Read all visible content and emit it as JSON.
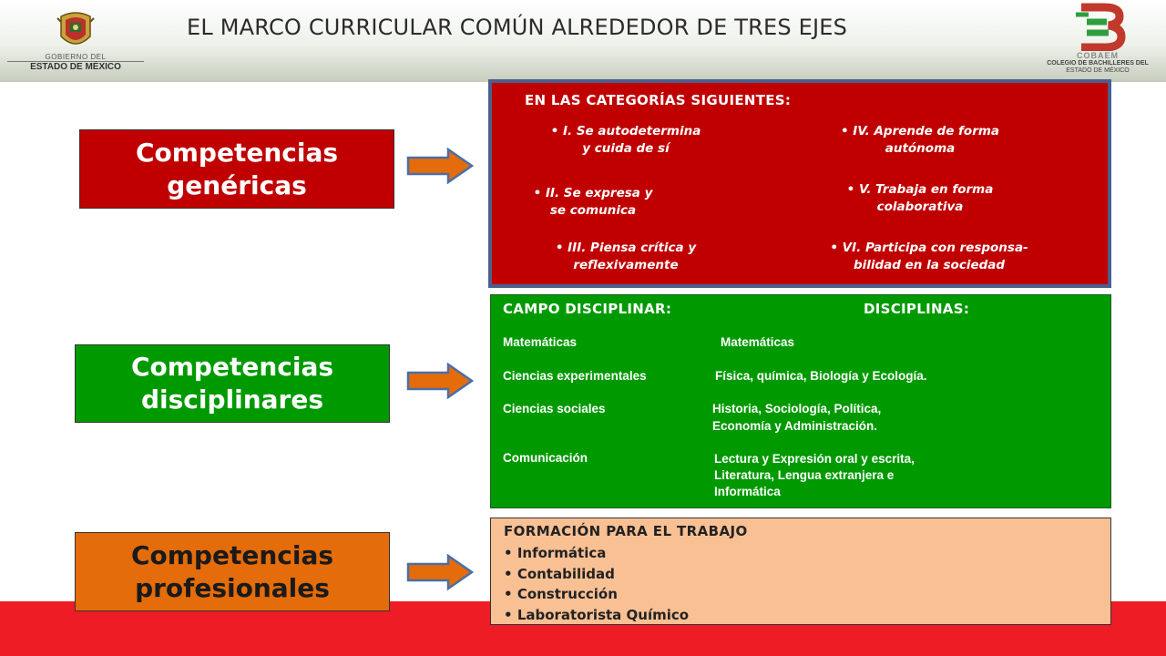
{
  "header": {
    "title": "EL MARCO CURRICULAR COMÚN ALREDEDOR DE TRES EJES",
    "logo_left": {
      "line1": "GOBIERNO DEL",
      "line2": "ESTADO DE MÉXICO"
    },
    "logo_right": {
      "line1": "COBAEM",
      "line2": "COLEGIO DE BACHILLERES DEL",
      "line3": "ESTADO DE MÉXICO"
    }
  },
  "axes": {
    "genericas": {
      "line1": "Competencias",
      "line2": "genéricas",
      "color": "#c00000"
    },
    "disciplinares": {
      "line1": "Competencias",
      "line2": "disciplinares",
      "color": "#009a00"
    },
    "profesionales": {
      "line1": "Competencias",
      "line2": "profesionales",
      "color": "#e46c0a"
    }
  },
  "categorias": {
    "title": "EN LAS CATEGORÍAS SIGUIENTES:",
    "items": [
      {
        "line1": "• I. Se autodetermina",
        "line2": "y cuida de sí"
      },
      {
        "line1": "• II. Se expresa y",
        "line2": "se comunica"
      },
      {
        "line1": "• III. Piensa crítica y",
        "line2": "reflexivamente"
      },
      {
        "line1": "• IV. Aprende de forma",
        "line2": "autónoma"
      },
      {
        "line1": "• V. Trabaja en forma",
        "line2": "colaborativa"
      },
      {
        "line1": "• VI. Participa con responsa-",
        "line2": "bilidad en la sociedad"
      }
    ]
  },
  "campos": {
    "header_campo": "CAMPO DISCIPLINAR:",
    "header_disciplinas": "DISCIPLINAS:",
    "rows": [
      {
        "campo": "Matemáticas",
        "disciplinas": [
          "Matemáticas"
        ]
      },
      {
        "campo": "Ciencias experimentales",
        "disciplinas": [
          "Física, química,  Biología y Ecología."
        ]
      },
      {
        "campo": "Ciencias sociales",
        "disciplinas": [
          "Historia, Sociología, Política,",
          "Economía   y  Administración."
        ]
      },
      {
        "campo": "Comunicación",
        "disciplinas": [
          "Lectura y Expresión oral y escrita,",
          "Literatura, Lengua  extranjera e",
          "Informática"
        ]
      }
    ]
  },
  "formacion": {
    "title": "FORMACIÓN PARA EL TRABAJO",
    "items": [
      "Informática",
      "Contabilidad",
      "Construcción",
      "Laboratorista Químico"
    ]
  },
  "colors": {
    "red": "#c00000",
    "green": "#009a00",
    "orange": "#e46c0a",
    "peach": "#f9c094",
    "band": "#ee1c25",
    "arrow_fill": "#e46c0a",
    "arrow_stroke": "#4a6fa5"
  }
}
